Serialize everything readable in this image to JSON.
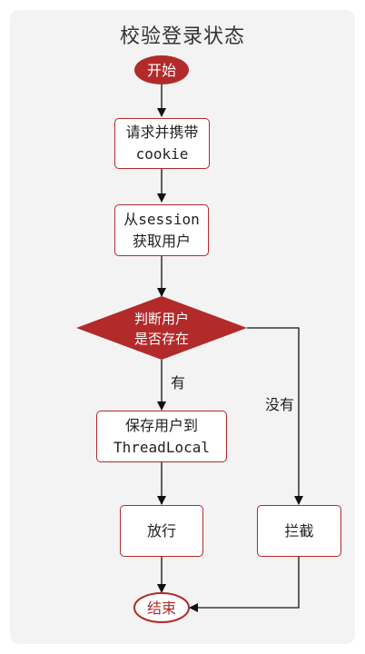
{
  "title": "校验登录状态",
  "nodes": {
    "start": "开始",
    "request_line1": "请求并携带",
    "request_line2": "cookie",
    "get_line1": "从session",
    "get_line2": "获取用户",
    "decision_line1": "判断用户",
    "decision_line2": "是否存在",
    "save_line1": "保存用户到",
    "save_line2": "ThreadLocal",
    "pass": "放行",
    "block": "拦截",
    "end": "结束"
  },
  "edges": {
    "yes": "有",
    "no": "没有"
  },
  "colors": {
    "accent": "#b22a2a",
    "panel": "#f3f3f3",
    "text": "#222222"
  }
}
